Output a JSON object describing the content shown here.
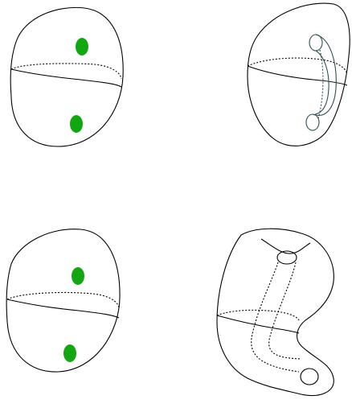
{
  "figure": {
    "panels": [
      {
        "id": "sphere-with-two-disks-top"
      },
      {
        "id": "sphere-with-handle-top"
      },
      {
        "id": "sphere-with-two-disks-bottom"
      },
      {
        "id": "surface-with-tube-bottom"
      }
    ]
  },
  "colors": {
    "stroke": "#000000",
    "tube_stroke": "#2f4f4f",
    "disk_fill": "#12a612",
    "background": "#ffffff"
  }
}
